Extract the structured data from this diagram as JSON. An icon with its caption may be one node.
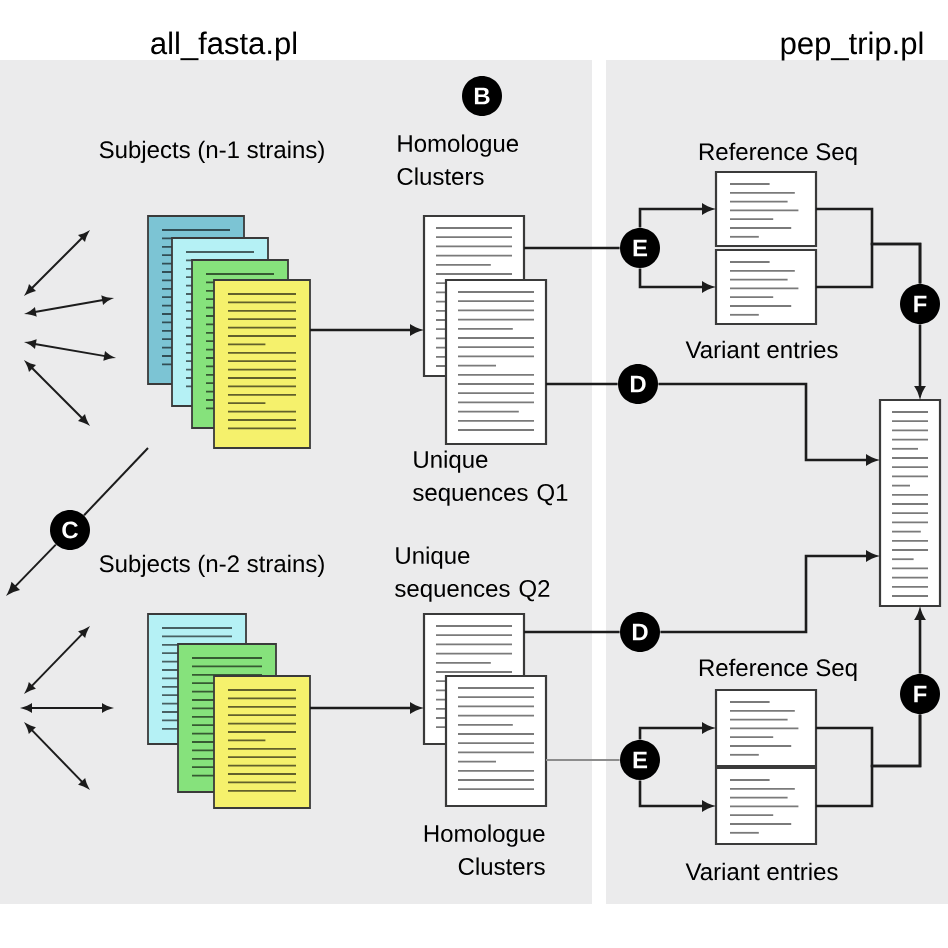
{
  "diagram": {
    "nodes": [
      {
        "text": [
          "all_fasta.pl"
        ]
      },
      {
        "text": [
          "pep_trip.pl"
        ]
      },
      {
        "text": [
          "B"
        ],
        "in": 0
      },
      {
        "text": [
          "Subjects (n-1 strains)"
        ],
        "in": 0
      },
      {
        "text": [
          "Homologue Clusters"
        ],
        "in": 0
      },
      {
        "text": [
          "Unique sequences Q1"
        ],
        "in": 0
      },
      {
        "text": [
          "Subjects (n-2 strains)"
        ],
        "in": 0
      },
      {
        "text": [
          "Unique sequences Q2"
        ],
        "in": 0
      },
      {
        "text": [
          "Homologue Clusters"
        ],
        "in": 0
      },
      {
        "text": [
          "Reference Seq"
        ],
        "in": 1
      },
      {
        "text": [
          "Variant entries"
        ],
        "in": 1
      },
      {
        "text": [],
        "shape": "document",
        "in": 1
      },
      {
        "text": [
          "Reference Seq"
        ],
        "in": 1
      },
      {
        "text": [
          "Variant entries"
        ],
        "in": 1
      },
      {
        "text": [
          "E"
        ],
        "in": 1
      },
      {
        "text": [
          "D"
        ],
        "in": 1
      },
      {
        "text": [
          "F"
        ],
        "in": 1
      },
      {
        "text": [
          "D"
        ],
        "in": 1
      },
      {
        "text": [
          "E"
        ],
        "in": 1
      },
      {
        "text": [
          "F"
        ],
        "in": 1
      },
      {
        "text": [
          "C"
        ],
        "in": 0
      }
    ],
    "edges": [
      {
        "from": 3,
        "to": 4,
        "arrow": "to"
      },
      {
        "from": 4,
        "to": 14,
        "arrow": "none"
      },
      {
        "from": 14,
        "to": 9,
        "arrow": "to"
      },
      {
        "from": 14,
        "to": 10,
        "arrow": "to"
      },
      {
        "from": 5,
        "to": 15,
        "arrow": "none"
      },
      {
        "from": 15,
        "to": 11,
        "arrow": "to"
      },
      {
        "from": 9,
        "to": 16,
        "arrow": "none"
      },
      {
        "from": 10,
        "to": 16,
        "arrow": "none"
      },
      {
        "from": 16,
        "to": 11,
        "arrow": "to"
      },
      {
        "from": 6,
        "to": 7,
        "arrow": "to"
      },
      {
        "from": 7,
        "to": 17,
        "arrow": "none"
      },
      {
        "from": 17,
        "to": 11,
        "arrow": "to"
      },
      {
        "from": 8,
        "to": 18,
        "arrow": "none",
        "color": "#8c8c8c"
      },
      {
        "from": 18,
        "to": 12,
        "arrow": "to"
      },
      {
        "from": 18,
        "to": 13,
        "arrow": "to"
      },
      {
        "from": 12,
        "to": 19,
        "arrow": "none"
      },
      {
        "from": 13,
        "to": 19,
        "arrow": "none"
      },
      {
        "from": 19,
        "to": 11,
        "arrow": "to"
      },
      {
        "from": 3,
        "to": 20,
        "arrow": "none"
      },
      {
        "from": 20,
        "to": null,
        "arrow": "to"
      }
    ]
  }
}
